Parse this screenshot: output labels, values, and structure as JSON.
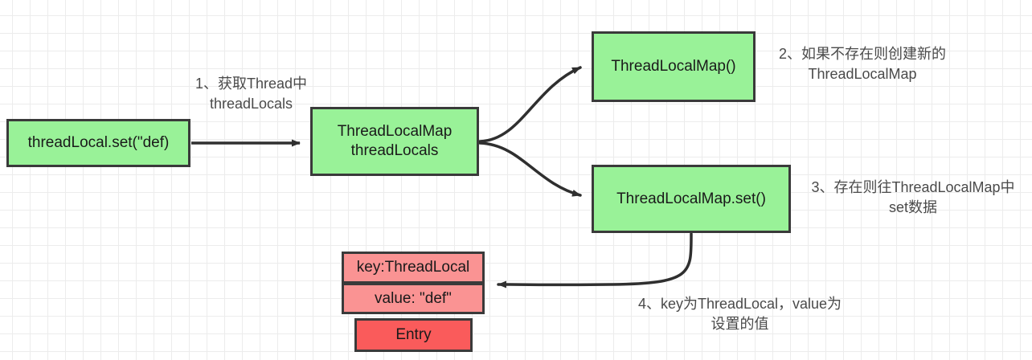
{
  "diagram": {
    "title": "ThreadLocal.set flow",
    "colors": {
      "green_fill": "#99F298",
      "key_value_fill": "#FA9393",
      "entry_fill": "#FA5B5B",
      "stroke": "#3a3a3a",
      "grid": "#ececec",
      "label_text": "#4a4a4a"
    },
    "nodes": {
      "threadlocal_set": "threadLocal.set(\"def)",
      "threadlocals": "ThreadLocalMap\nthreadLocals",
      "map_ctor": "ThreadLocalMap()",
      "map_set": "ThreadLocalMap.set()",
      "entry_key": "key:ThreadLocal",
      "entry_value": "value: \"def\"",
      "entry_title": "Entry"
    },
    "labels": {
      "step1": "1、获取Thread中\nthreadLocals",
      "step2": "2、如果不存在则创建新的\nThreadLocalMap",
      "step3": "3、存在则往ThreadLocalMap中\nset数据",
      "step4": "4、key为ThreadLocal，value为\n设置的值"
    },
    "edges": [
      {
        "name": "set-to-threadlocals",
        "from": "threadlocal_set",
        "to": "threadlocals",
        "style": "straight-arrow"
      },
      {
        "name": "threadlocals-to-map-ctor",
        "from": "threadlocals",
        "to": "map_ctor",
        "style": "curve-arrow"
      },
      {
        "name": "threadlocals-to-map-set",
        "from": "threadlocals",
        "to": "map_set",
        "style": "curve-arrow"
      },
      {
        "name": "map-set-to-entry",
        "from": "map_set",
        "to": "entry_value",
        "style": "curve-arrow"
      }
    ]
  }
}
